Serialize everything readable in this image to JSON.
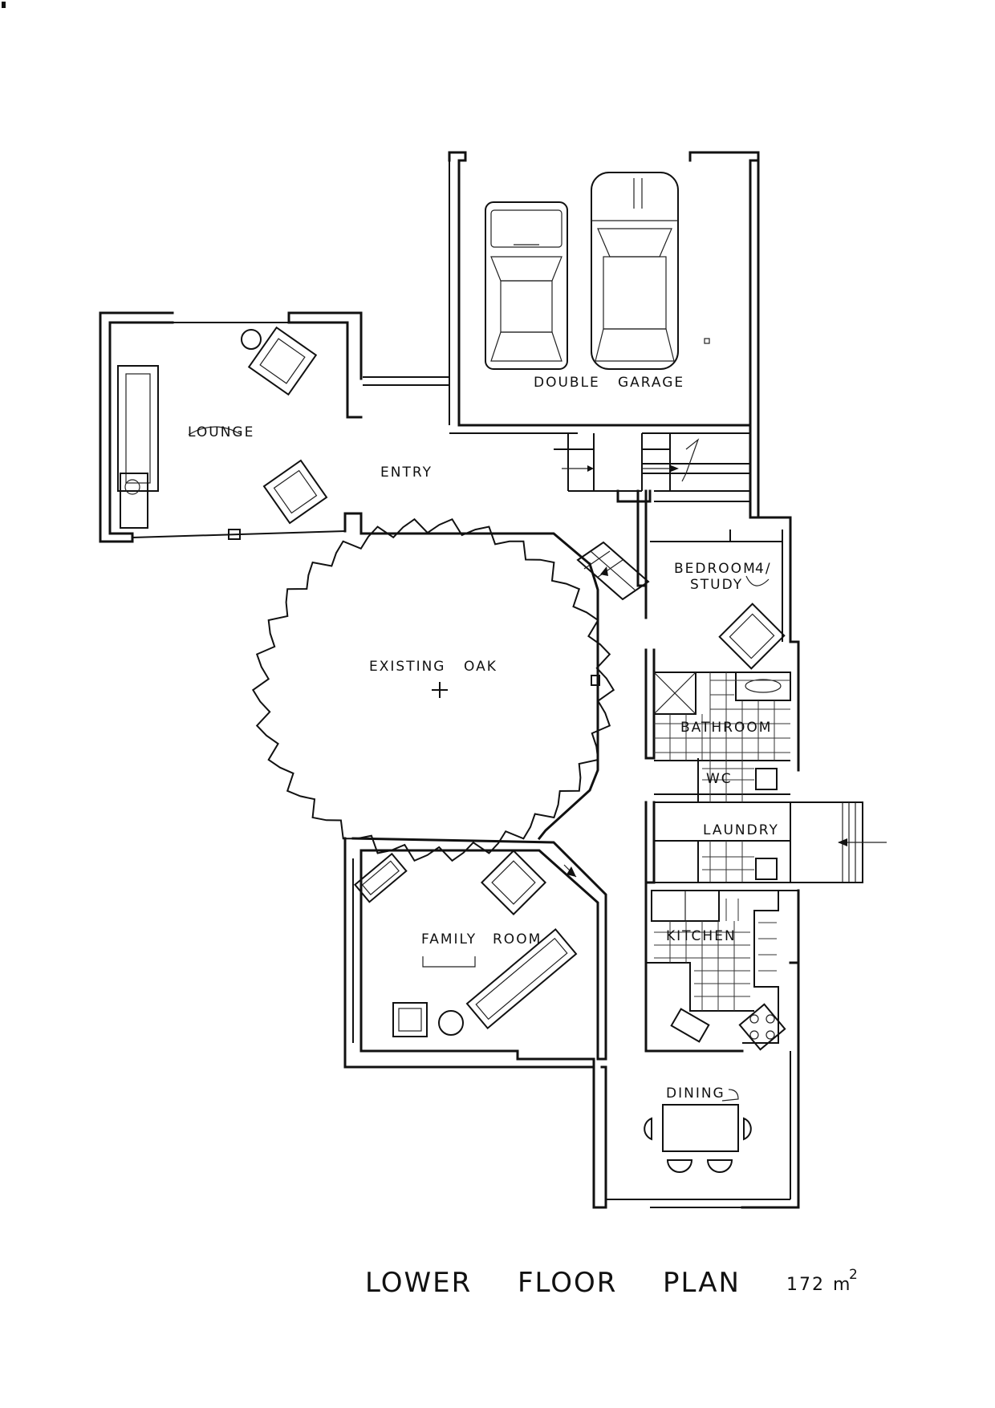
{
  "rooms": {
    "double": "DOUBLE",
    "garage": "GARAGE",
    "lounge": "LOUNGE",
    "entry": "ENTRY",
    "bedroom": "BEDROOM",
    "bedroom_num": "4/",
    "study": "STUDY",
    "existing": "EXISTING",
    "oak": "OAK",
    "bathroom": "BATHROOM",
    "wc": "WC",
    "laundry": "LAUNDRY",
    "family": "FAMILY",
    "room": "ROOM",
    "kitchen": "KITCHEN",
    "dining": "DINING"
  },
  "title": {
    "lower": "LOWER",
    "floor": "FLOOR",
    "plan": "PLAN",
    "area_value": "172",
    "area_unit": "m",
    "area_exp": "2"
  }
}
